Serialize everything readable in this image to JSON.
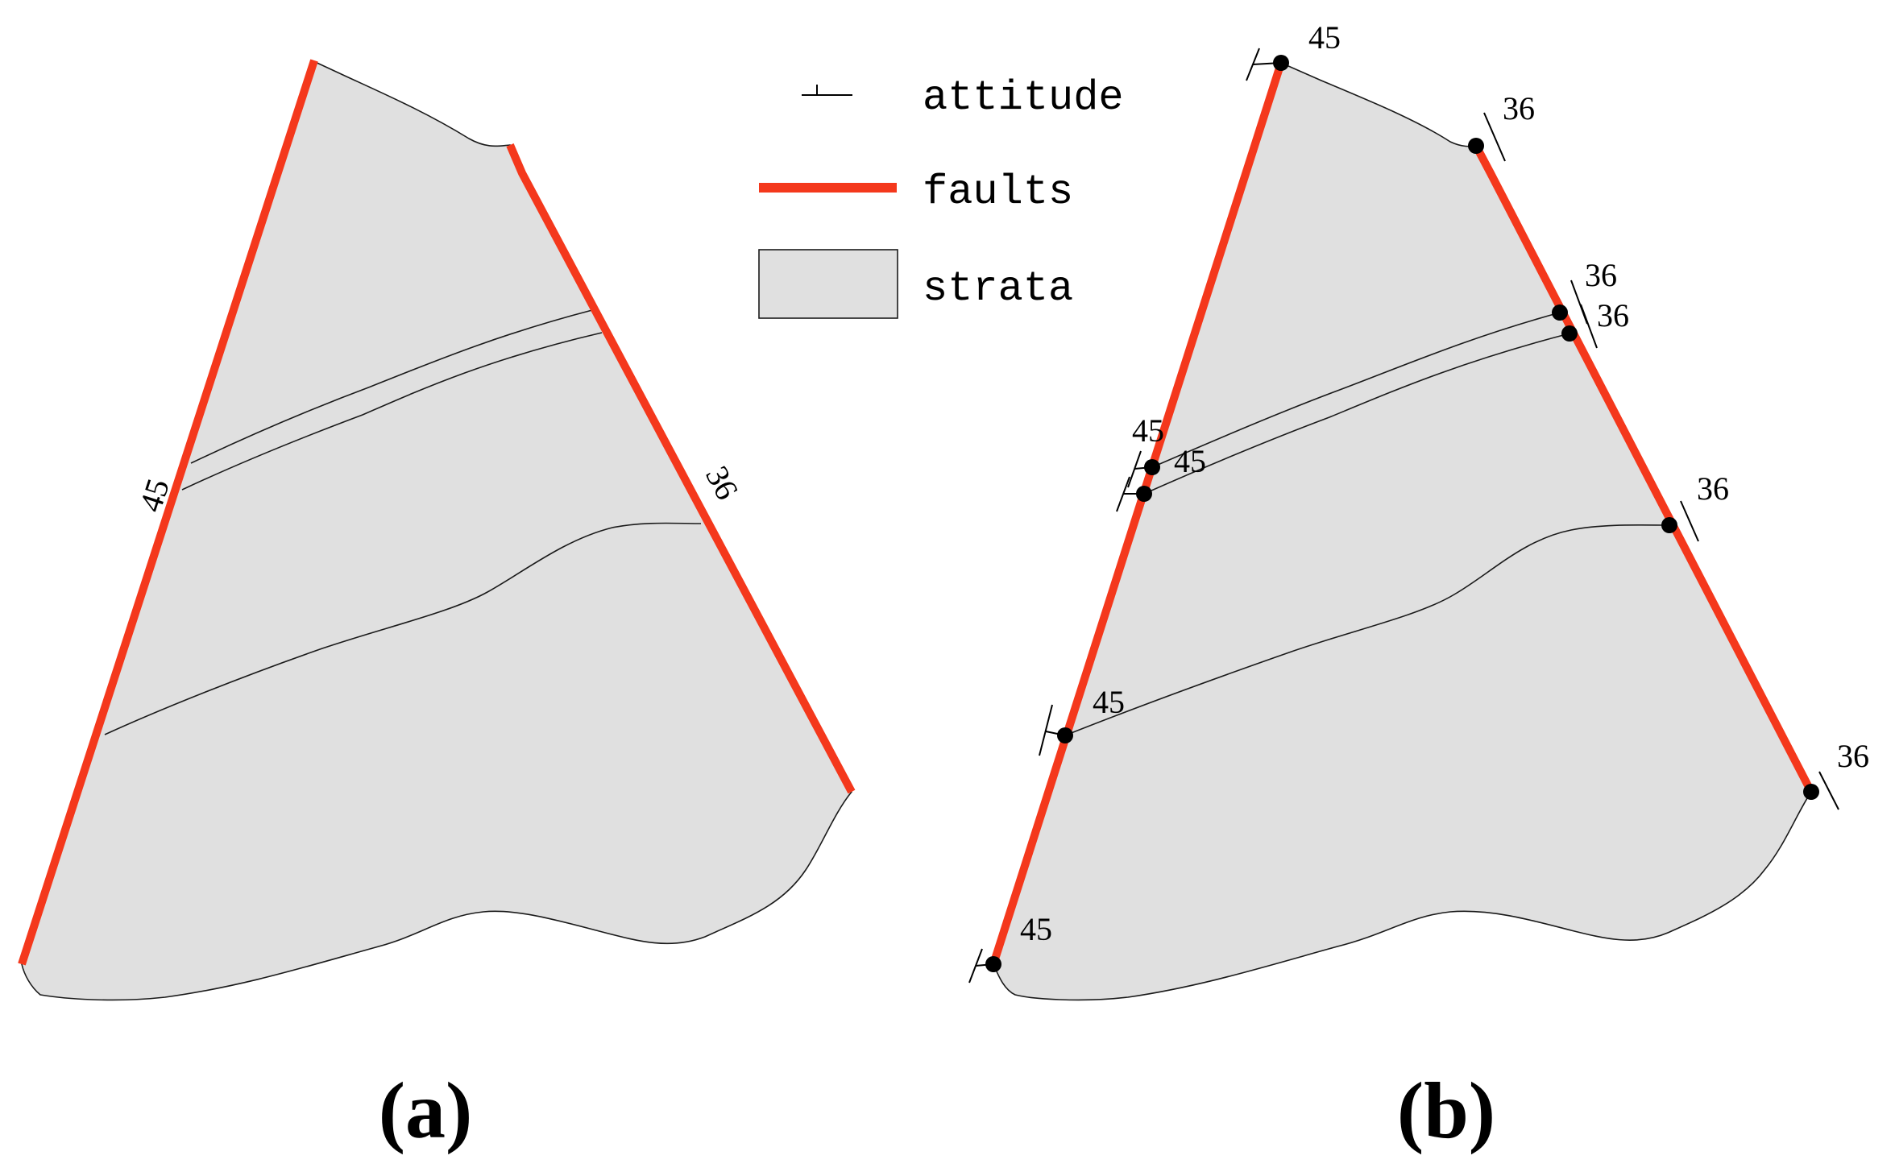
{
  "legend": {
    "attitude_label": "attitude",
    "faults_label": "faults",
    "strata_label": "strata"
  },
  "colors": {
    "fault": "#f4381c",
    "strata_fill": "#e0e0e0",
    "line": "#1a1a1a"
  },
  "panel_a": {
    "label": "(a)",
    "left_fault_dip": "45",
    "right_fault_dip": "36"
  },
  "panel_b": {
    "label": "(b)",
    "left_fault_dips": [
      "45",
      "45",
      "45",
      "45",
      "45"
    ],
    "right_fault_dips": [
      "36",
      "36",
      "36",
      "36",
      "36"
    ]
  }
}
